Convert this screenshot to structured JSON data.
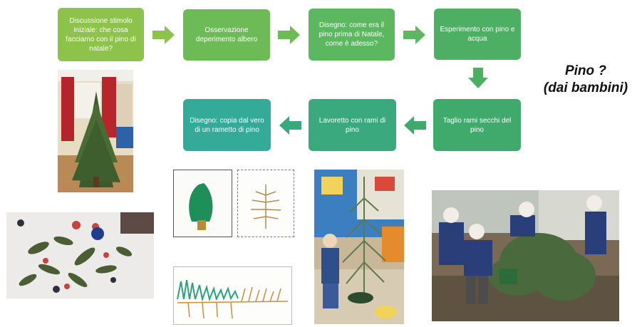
{
  "steps": [
    {
      "label": "Discussione stimolo iniziale: che cosa facciamo con il pino di natale?",
      "color": "#8dc34a"
    },
    {
      "label": "Osservazione deperimento albero",
      "color": "#6dbb56"
    },
    {
      "label": "Disegno: come era il pino prima di Natale, come è adesso?",
      "color": "#5bb760"
    },
    {
      "label": "Esperimento con pino e acqua",
      "color": "#4caf63"
    },
    {
      "label": "Taglio rami secchi del pino",
      "color": "#3faa6c"
    },
    {
      "label": "Lavoretto con rami di pino",
      "color": "#3aaa7e"
    },
    {
      "label": "Disegno: copia dal vero di un rametto di pino",
      "color": "#34aa98"
    }
  ],
  "side_label": "Pino ?\n(dai bambini)",
  "arrow_color": "#77c04f",
  "arrow_color_lower": "#3fb08a",
  "photos": [
    {
      "name": "photo-classroom-tree"
    },
    {
      "name": "photo-craft-table"
    },
    {
      "name": "photo-drawing-green-tree"
    },
    {
      "name": "photo-drawing-dry-tree"
    },
    {
      "name": "photo-drawing-branch"
    },
    {
      "name": "photo-child-watering-tree"
    },
    {
      "name": "photo-children-cutting-branches"
    }
  ]
}
